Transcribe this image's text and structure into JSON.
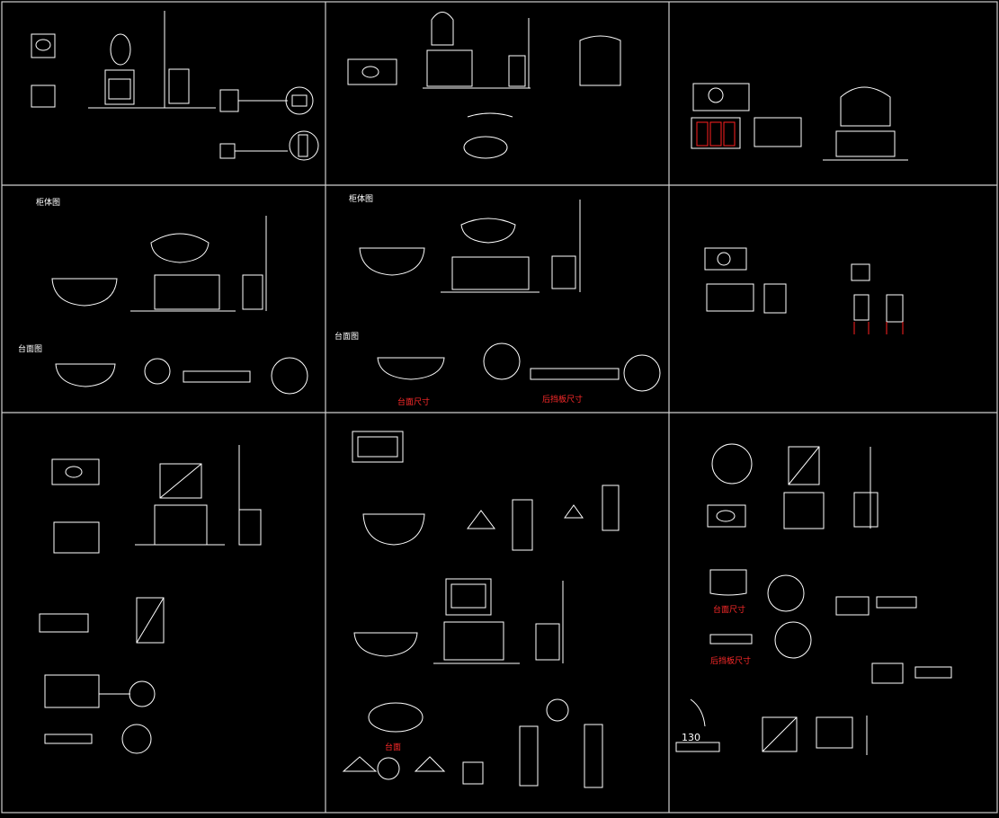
{
  "colors": {
    "background": "#000000",
    "linework": "#ffffff",
    "accent": "#ff2020",
    "frame": "#d0d0d0"
  },
  "headings": {
    "cabinet_1": "柜体图",
    "cabinet_2": "柜体图",
    "countertop_1": "台面图",
    "countertop_2": "台面图"
  },
  "red_labels": {
    "a": "台面尺寸",
    "b": "后挡板尺寸",
    "c": "台面尺寸",
    "d": "后挡板尺寸",
    "e": "台面"
  },
  "corner_label": {
    "number": "130"
  }
}
